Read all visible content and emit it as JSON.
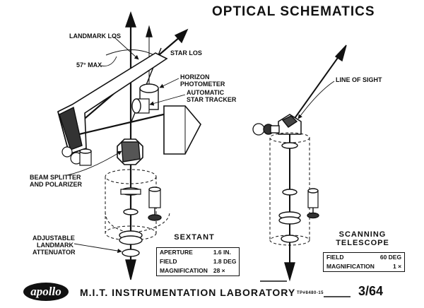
{
  "title": "OPTICAL SCHEMATICS",
  "sextant": {
    "labels": {
      "landmark_los": "LANDMARK LOS",
      "max_angle": "57° MAX",
      "star_los": "STAR LOS",
      "horizon_photometer": [
        "HORIZON",
        "PHOTOMETER"
      ],
      "auto_star_tracker": [
        "AUTOMATIC",
        "STAR TRACKER"
      ],
      "beam_splitter": [
        "BEAM SPLITTER",
        "AND POLARIZER"
      ],
      "attenuator": [
        "ADJUSTABLE",
        "LANDMARK",
        "ATTENUATOR"
      ]
    },
    "caption": "SEXTANT",
    "specs": [
      {
        "label": "APERTURE",
        "value": "1.6 IN."
      },
      {
        "label": "FIELD",
        "value": "1.8 DEG"
      },
      {
        "label": "MAGNIFICATION",
        "value": "28 ×"
      }
    ]
  },
  "telescope": {
    "labels": {
      "line_of_sight": "LINE OF SIGHT"
    },
    "caption": [
      "SCANNING",
      "TELESCOPE"
    ],
    "specs": [
      {
        "label": "FIELD",
        "value": "60 DEG"
      },
      {
        "label": "MAGNIFICATION",
        "value": "1 ×"
      }
    ]
  },
  "footer": {
    "logo_text": "apollo",
    "lab": "M.I.T. INSTRUMENTATION LABORATORY",
    "ref": "TP#8480-15",
    "page": "3/64"
  }
}
